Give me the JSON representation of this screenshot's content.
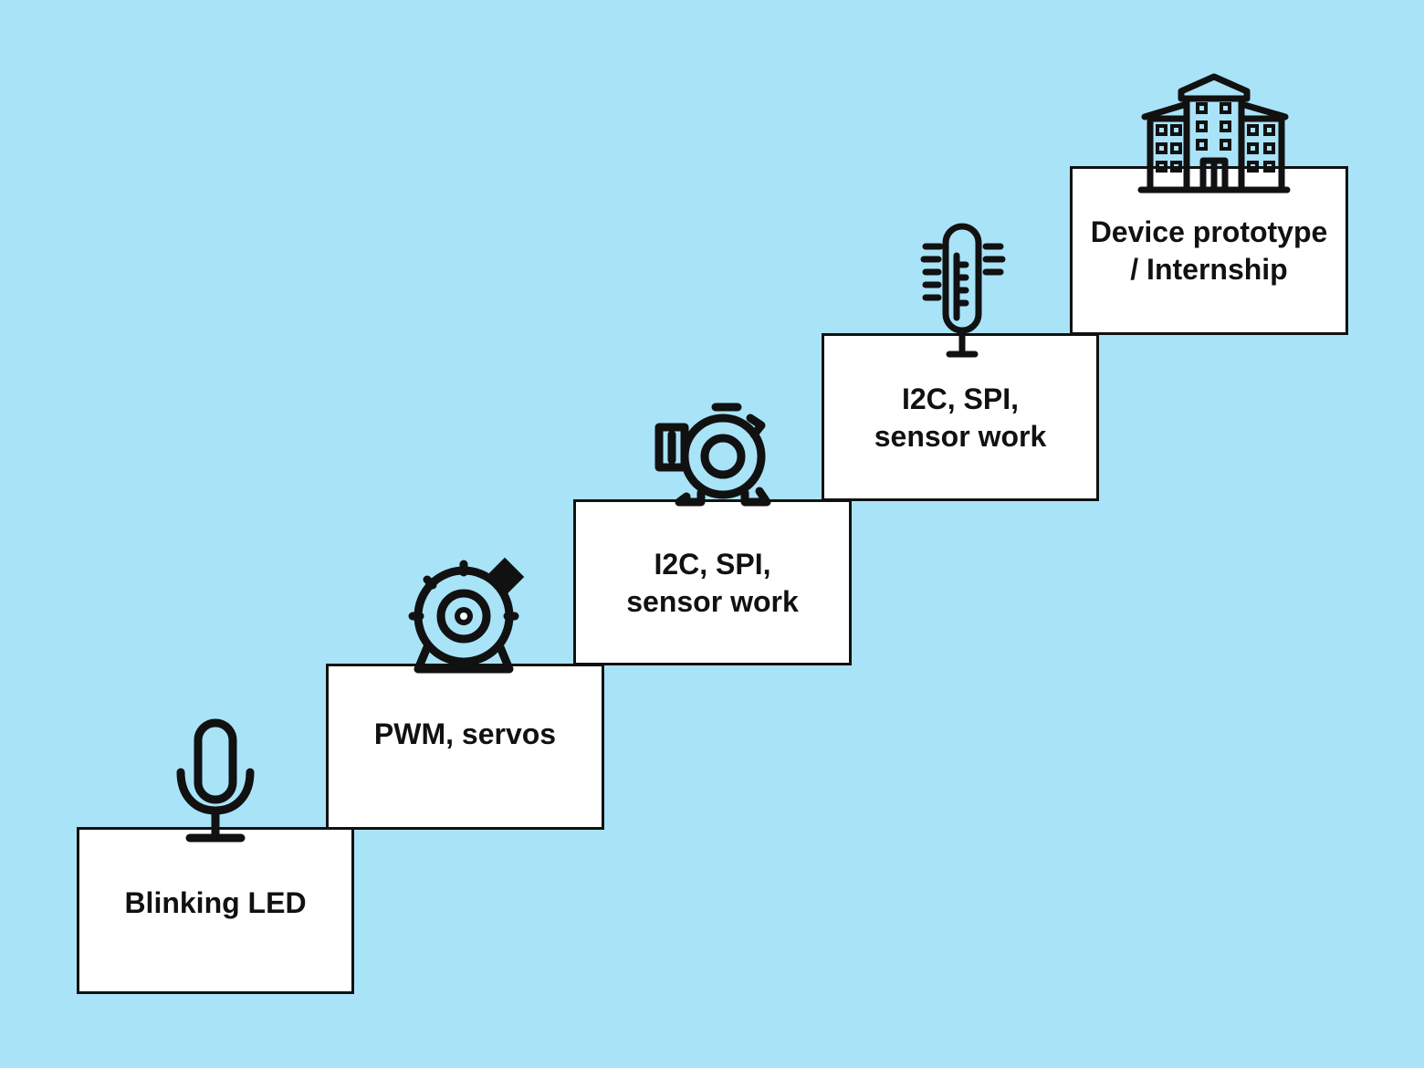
{
  "staircase": {
    "steps": [
      {
        "label": "Blinking LED",
        "icon": "microphone-icon"
      },
      {
        "label": "PWM, servos",
        "icon": "servo-motor-icon"
      },
      {
        "label": "I2C, SPI,\nsensor work",
        "icon": "motor-icon"
      },
      {
        "label": "I2C, SPI,\nsensor work",
        "icon": "thermometer-icon"
      },
      {
        "label": "Device prototype\n/ Internship",
        "icon": "building-icon"
      }
    ]
  },
  "colors": {
    "background": "#a9e3f8",
    "box_fill": "#ffffff",
    "stroke": "#111111"
  }
}
